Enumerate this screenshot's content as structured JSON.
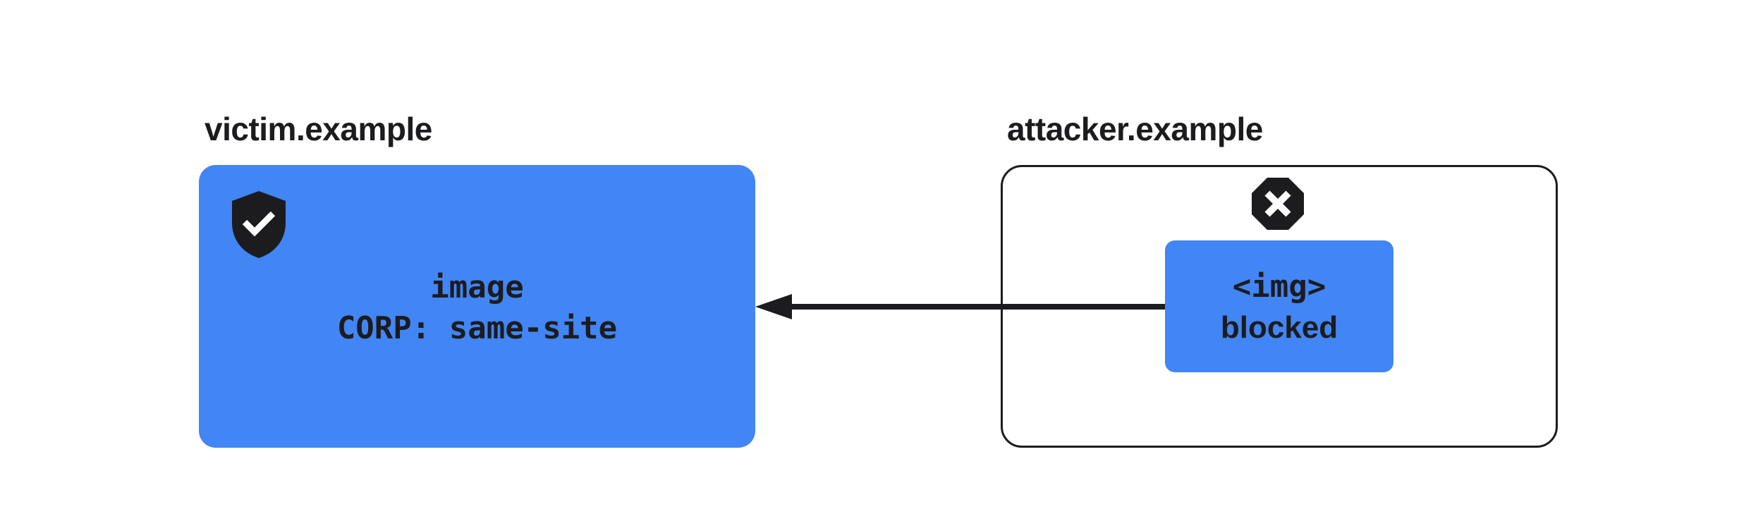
{
  "victim": {
    "site_label": "victim.example",
    "resource_line1": "image",
    "resource_line2": "CORP: same-site",
    "icon": "shield-check-icon",
    "color": "#4285f4"
  },
  "attacker": {
    "site_label": "attacker.example",
    "element_line1": "<img>",
    "element_line2": "blocked",
    "icon": "stop-x-icon",
    "color": "#4285f4"
  },
  "arrow": {
    "direction": "attacker-to-victim"
  }
}
